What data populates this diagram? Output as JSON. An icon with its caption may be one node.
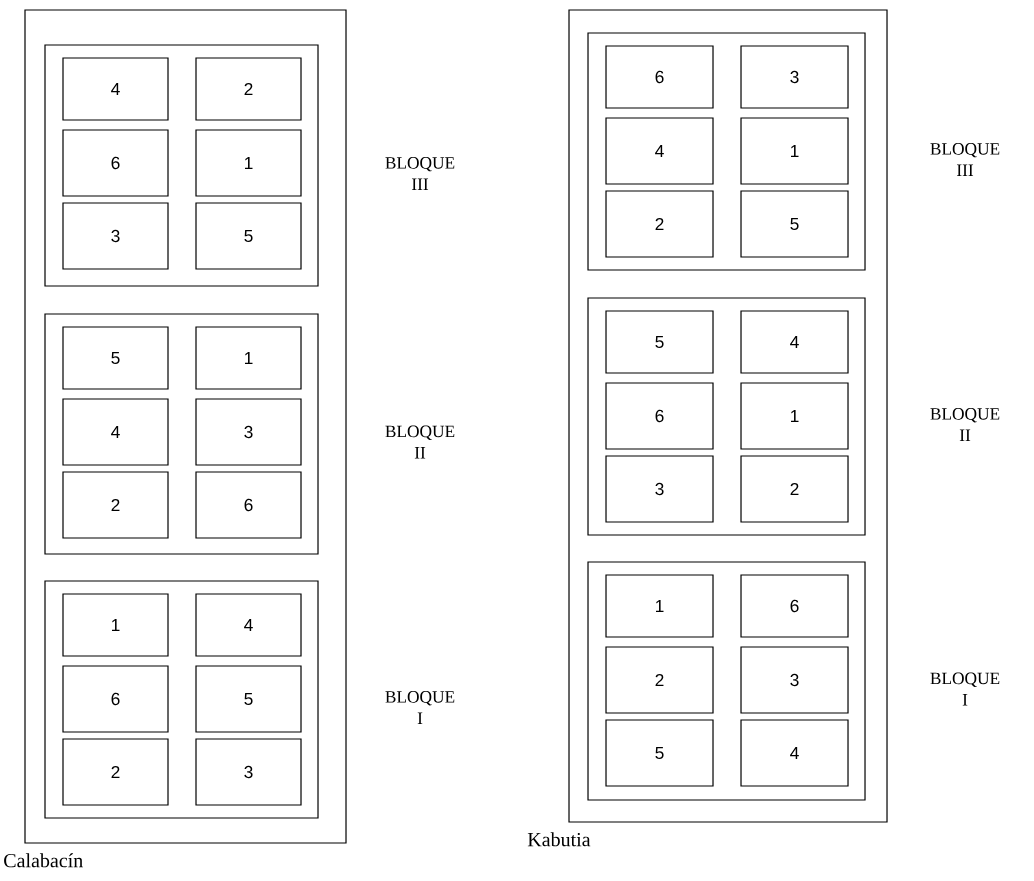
{
  "diagram": {
    "nodes": [
      {
        "text": [
          "Calabacín"
        ]
      },
      {
        "text": [],
        "shape": "box",
        "in": 0,
        "beside": [
          "BLOQUE III"
        ]
      },
      {
        "text": [
          "4"
        ],
        "in": 1
      },
      {
        "text": [
          "2"
        ],
        "in": 1
      },
      {
        "text": [
          "6"
        ],
        "in": 1
      },
      {
        "text": [
          "1"
        ],
        "in": 1
      },
      {
        "text": [
          "3"
        ],
        "in": 1
      },
      {
        "text": [
          "5"
        ],
        "in": 1
      },
      {
        "text": [],
        "shape": "box",
        "in": 0,
        "beside": [
          "BLOQUE II"
        ]
      },
      {
        "text": [
          "5"
        ],
        "in": 8
      },
      {
        "text": [
          "1"
        ],
        "in": 8
      },
      {
        "text": [
          "4"
        ],
        "in": 8
      },
      {
        "text": [
          "3"
        ],
        "in": 8
      },
      {
        "text": [
          "2"
        ],
        "in": 8
      },
      {
        "text": [
          "6"
        ],
        "in": 8
      },
      {
        "text": [],
        "shape": "box",
        "in": 0,
        "beside": [
          "BLOQUE I"
        ]
      },
      {
        "text": [
          "1"
        ],
        "in": 15
      },
      {
        "text": [
          "4"
        ],
        "in": 15
      },
      {
        "text": [
          "6"
        ],
        "in": 15
      },
      {
        "text": [
          "5"
        ],
        "in": 15
      },
      {
        "text": [
          "2"
        ],
        "in": 15
      },
      {
        "text": [
          "3"
        ],
        "in": 15
      },
      {
        "text": [
          "Kabutia"
        ]
      },
      {
        "text": [],
        "shape": "box",
        "in": 22,
        "beside": [
          "BLOQUE III"
        ]
      },
      {
        "text": [
          "6"
        ],
        "in": 23
      },
      {
        "text": [
          "3"
        ],
        "in": 23
      },
      {
        "text": [
          "4"
        ],
        "in": 23
      },
      {
        "text": [
          "1"
        ],
        "in": 23
      },
      {
        "text": [
          "2"
        ],
        "in": 23
      },
      {
        "text": [
          "5"
        ],
        "in": 23
      },
      {
        "text": [],
        "shape": "box",
        "in": 22,
        "beside": [
          "BLOQUE II"
        ]
      },
      {
        "text": [
          "5"
        ],
        "in": 30
      },
      {
        "text": [
          "4"
        ],
        "in": 30
      },
      {
        "text": [
          "6"
        ],
        "in": 30
      },
      {
        "text": [
          "1"
        ],
        "in": 30
      },
      {
        "text": [
          "3"
        ],
        "in": 30
      },
      {
        "text": [
          "2"
        ],
        "in": 30
      },
      {
        "text": [],
        "shape": "box",
        "in": 22,
        "beside": [
          "BLOQUE I"
        ]
      },
      {
        "text": [
          "1"
        ],
        "in": 37
      },
      {
        "text": [
          "6"
        ],
        "in": 37
      },
      {
        "text": [
          "2"
        ],
        "in": 37
      },
      {
        "text": [
          "3"
        ],
        "in": 37
      },
      {
        "text": [
          "5"
        ],
        "in": 37
      },
      {
        "text": [
          "4"
        ],
        "in": 37
      }
    ]
  }
}
